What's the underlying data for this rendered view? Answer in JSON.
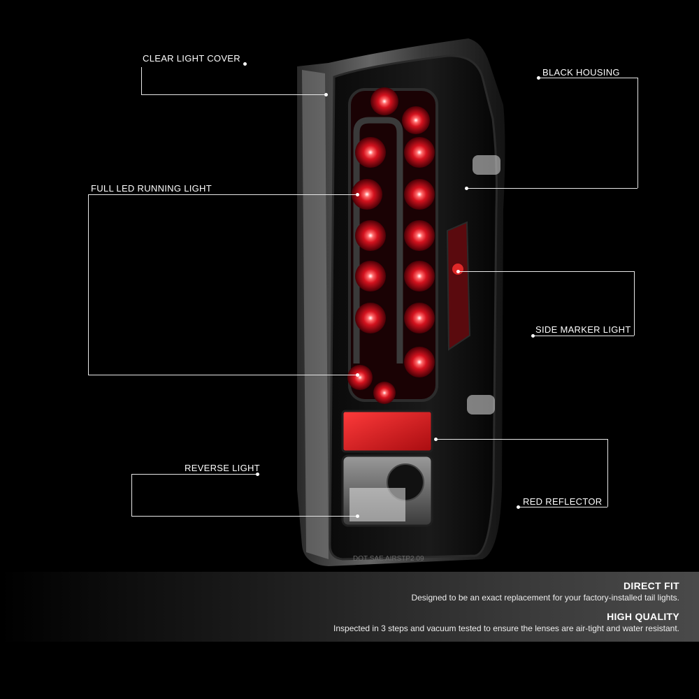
{
  "callouts": {
    "clear_light_cover": "CLEAR LIGHT COVER",
    "black_housing": "BLACK HOUSING",
    "full_led_running_light": "FULL LED RUNNING LIGHT",
    "side_marker_light": "SIDE MARKER LIGHT",
    "reverse_light": "REVERSE LIGHT",
    "red_reflector": "RED REFLECTOR"
  },
  "lens_marking": "DOT SAE AIRSTP2 09",
  "features": [
    {
      "title": "DIRECT FIT",
      "text": "Designed to be an exact replacement for your factory-installed tail lights."
    },
    {
      "title": "HIGH QUALITY",
      "text": "Inspected in 3 steps and vacuum tested to ensure the lenses are air-tight and water resistant."
    }
  ],
  "colors": {
    "background": "#000000",
    "led_red": "#e01020",
    "reflector": "#d81a1a",
    "line": "#e8e8e8"
  }
}
